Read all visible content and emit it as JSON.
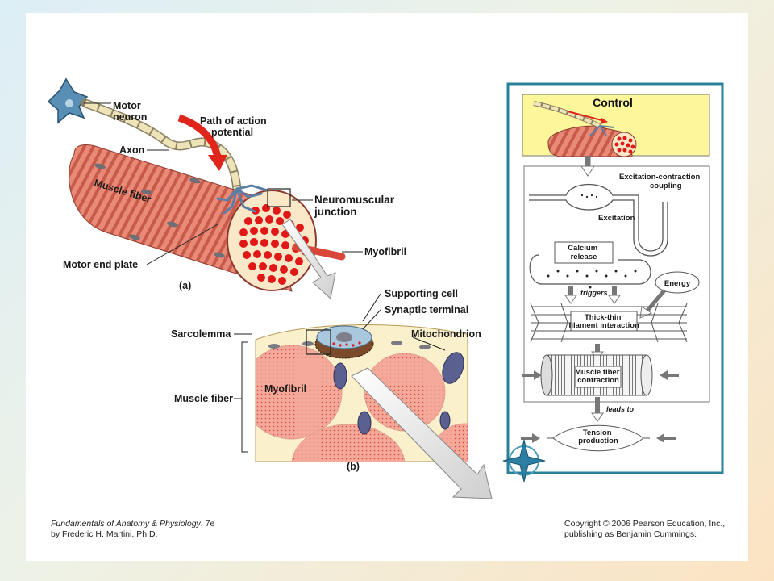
{
  "figure_a": {
    "motor_neuron": "Motor neuron",
    "path_of_action_potential": "Path of action potential",
    "axon": "Axon",
    "muscle_fiber": "Muscle fiber",
    "neuromuscular_junction": "Neuromuscular junction",
    "myofibril": "Myofibril",
    "motor_end_plate": "Motor end plate",
    "panel_label": "(a)"
  },
  "figure_b": {
    "supporting_cell": "Supporting cell",
    "synaptic_terminal": "Synaptic terminal",
    "sarcolemma": "Sarcolemma",
    "mitochondrion": "Mitochondrion",
    "muscle_fiber": "Muscle fiber",
    "myofibril": "Myofibril",
    "panel_label": "(b)"
  },
  "control_panel": {
    "title": "Control",
    "excitation_contraction_coupling": "Excitation-contraction coupling",
    "excitation": "Excitation",
    "calcium_release": "Calcium release",
    "triggers": "triggers",
    "energy": "Energy",
    "thick_thin_filament_interaction": "Thick-thin filament interaction",
    "muscle_fiber_contraction": "Muscle fiber contraction",
    "leads_to": "leads to",
    "tension_production": "Tension production"
  },
  "footer": {
    "book_title": "Fundamentals of Anatomy & Physiology",
    "edition": ", 7e",
    "author": "by Frederic H. Martini, Ph.D.",
    "copyright": "Copyright © 2006 Pearson Education, Inc.,",
    "publisher": "publishing as Benjamin Cummings."
  },
  "colors": {
    "muscle": "#e2786a",
    "muscle_stripe": "#c9513f",
    "myofibril_dot": "#e01818",
    "control_header_bg": "#fdf69b",
    "panel_border": "#2a7f99",
    "arrow_red": "#e0251b"
  }
}
